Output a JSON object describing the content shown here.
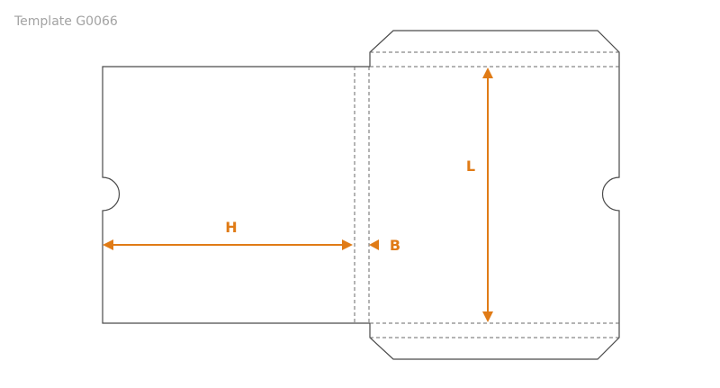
{
  "template": {
    "label": "Template G0066"
  },
  "dimensions": {
    "height_label": "H",
    "back_label": "B",
    "length_label": "L"
  },
  "colors": {
    "accent": "#e07b16",
    "outline": "#4a4a4a",
    "label_gray": "#a3a3a3"
  }
}
